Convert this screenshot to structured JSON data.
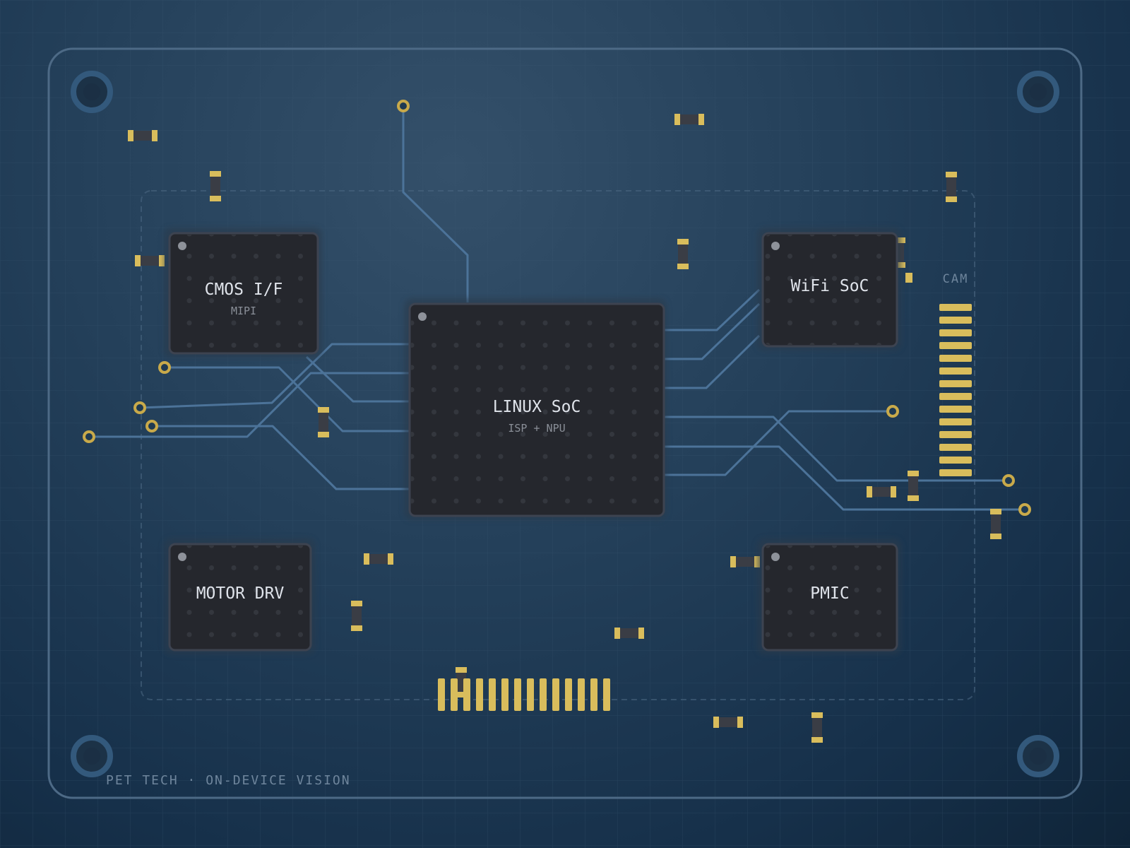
{
  "board": {
    "silkscreen": "PET TECH · ON-DEVICE VISION",
    "connector_label": "CAM"
  },
  "chips": {
    "soc": {
      "name": "LINUX SoC",
      "sub": "ISP + NPU"
    },
    "cmos": {
      "name": "CMOS I/F",
      "sub": "MIPI"
    },
    "wifi": {
      "name": "WiFi SoC"
    },
    "motor": {
      "name": "MOTOR DRV"
    },
    "pmic": {
      "name": "PMIC"
    }
  },
  "colors": {
    "trace": "#4c7399",
    "pad": "#d9bd5c",
    "chip_body": "#25272d",
    "chip_border": "#3d4350",
    "board_outline": "#4d6a86",
    "mount_hole": "#2f5475"
  }
}
